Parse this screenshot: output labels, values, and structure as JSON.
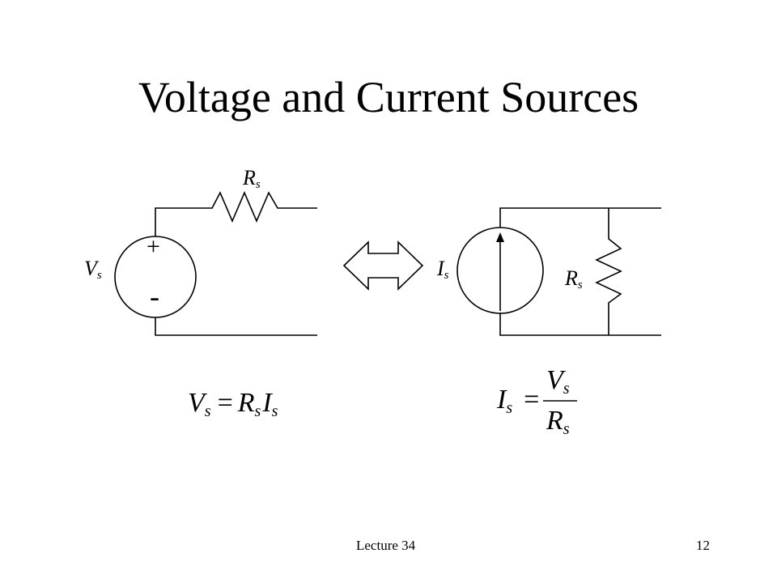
{
  "slide": {
    "title": "Voltage and Current Sources",
    "footer_left": "Lecture 34",
    "page_number": "12"
  },
  "left_circuit": {
    "resistor_label": {
      "main": "R",
      "sub": "s"
    },
    "source_label": {
      "main": "V",
      "sub": "s"
    },
    "plus_sign": "+",
    "minus_sign": "-"
  },
  "right_circuit": {
    "source_label": {
      "main": "I",
      "sub": "s"
    },
    "resistor_label": {
      "main": "R",
      "sub": "s"
    }
  },
  "equations": {
    "left": {
      "lhs": "V",
      "lhs_sub": "s",
      "eq": "=",
      "r": "R",
      "r_sub": "s",
      "i": "I",
      "i_sub": "s"
    },
    "right": {
      "lhs": "I",
      "lhs_sub": "s",
      "eq": "=",
      "num": "V",
      "num_sub": "s",
      "den": "R",
      "den_sub": "s"
    }
  }
}
